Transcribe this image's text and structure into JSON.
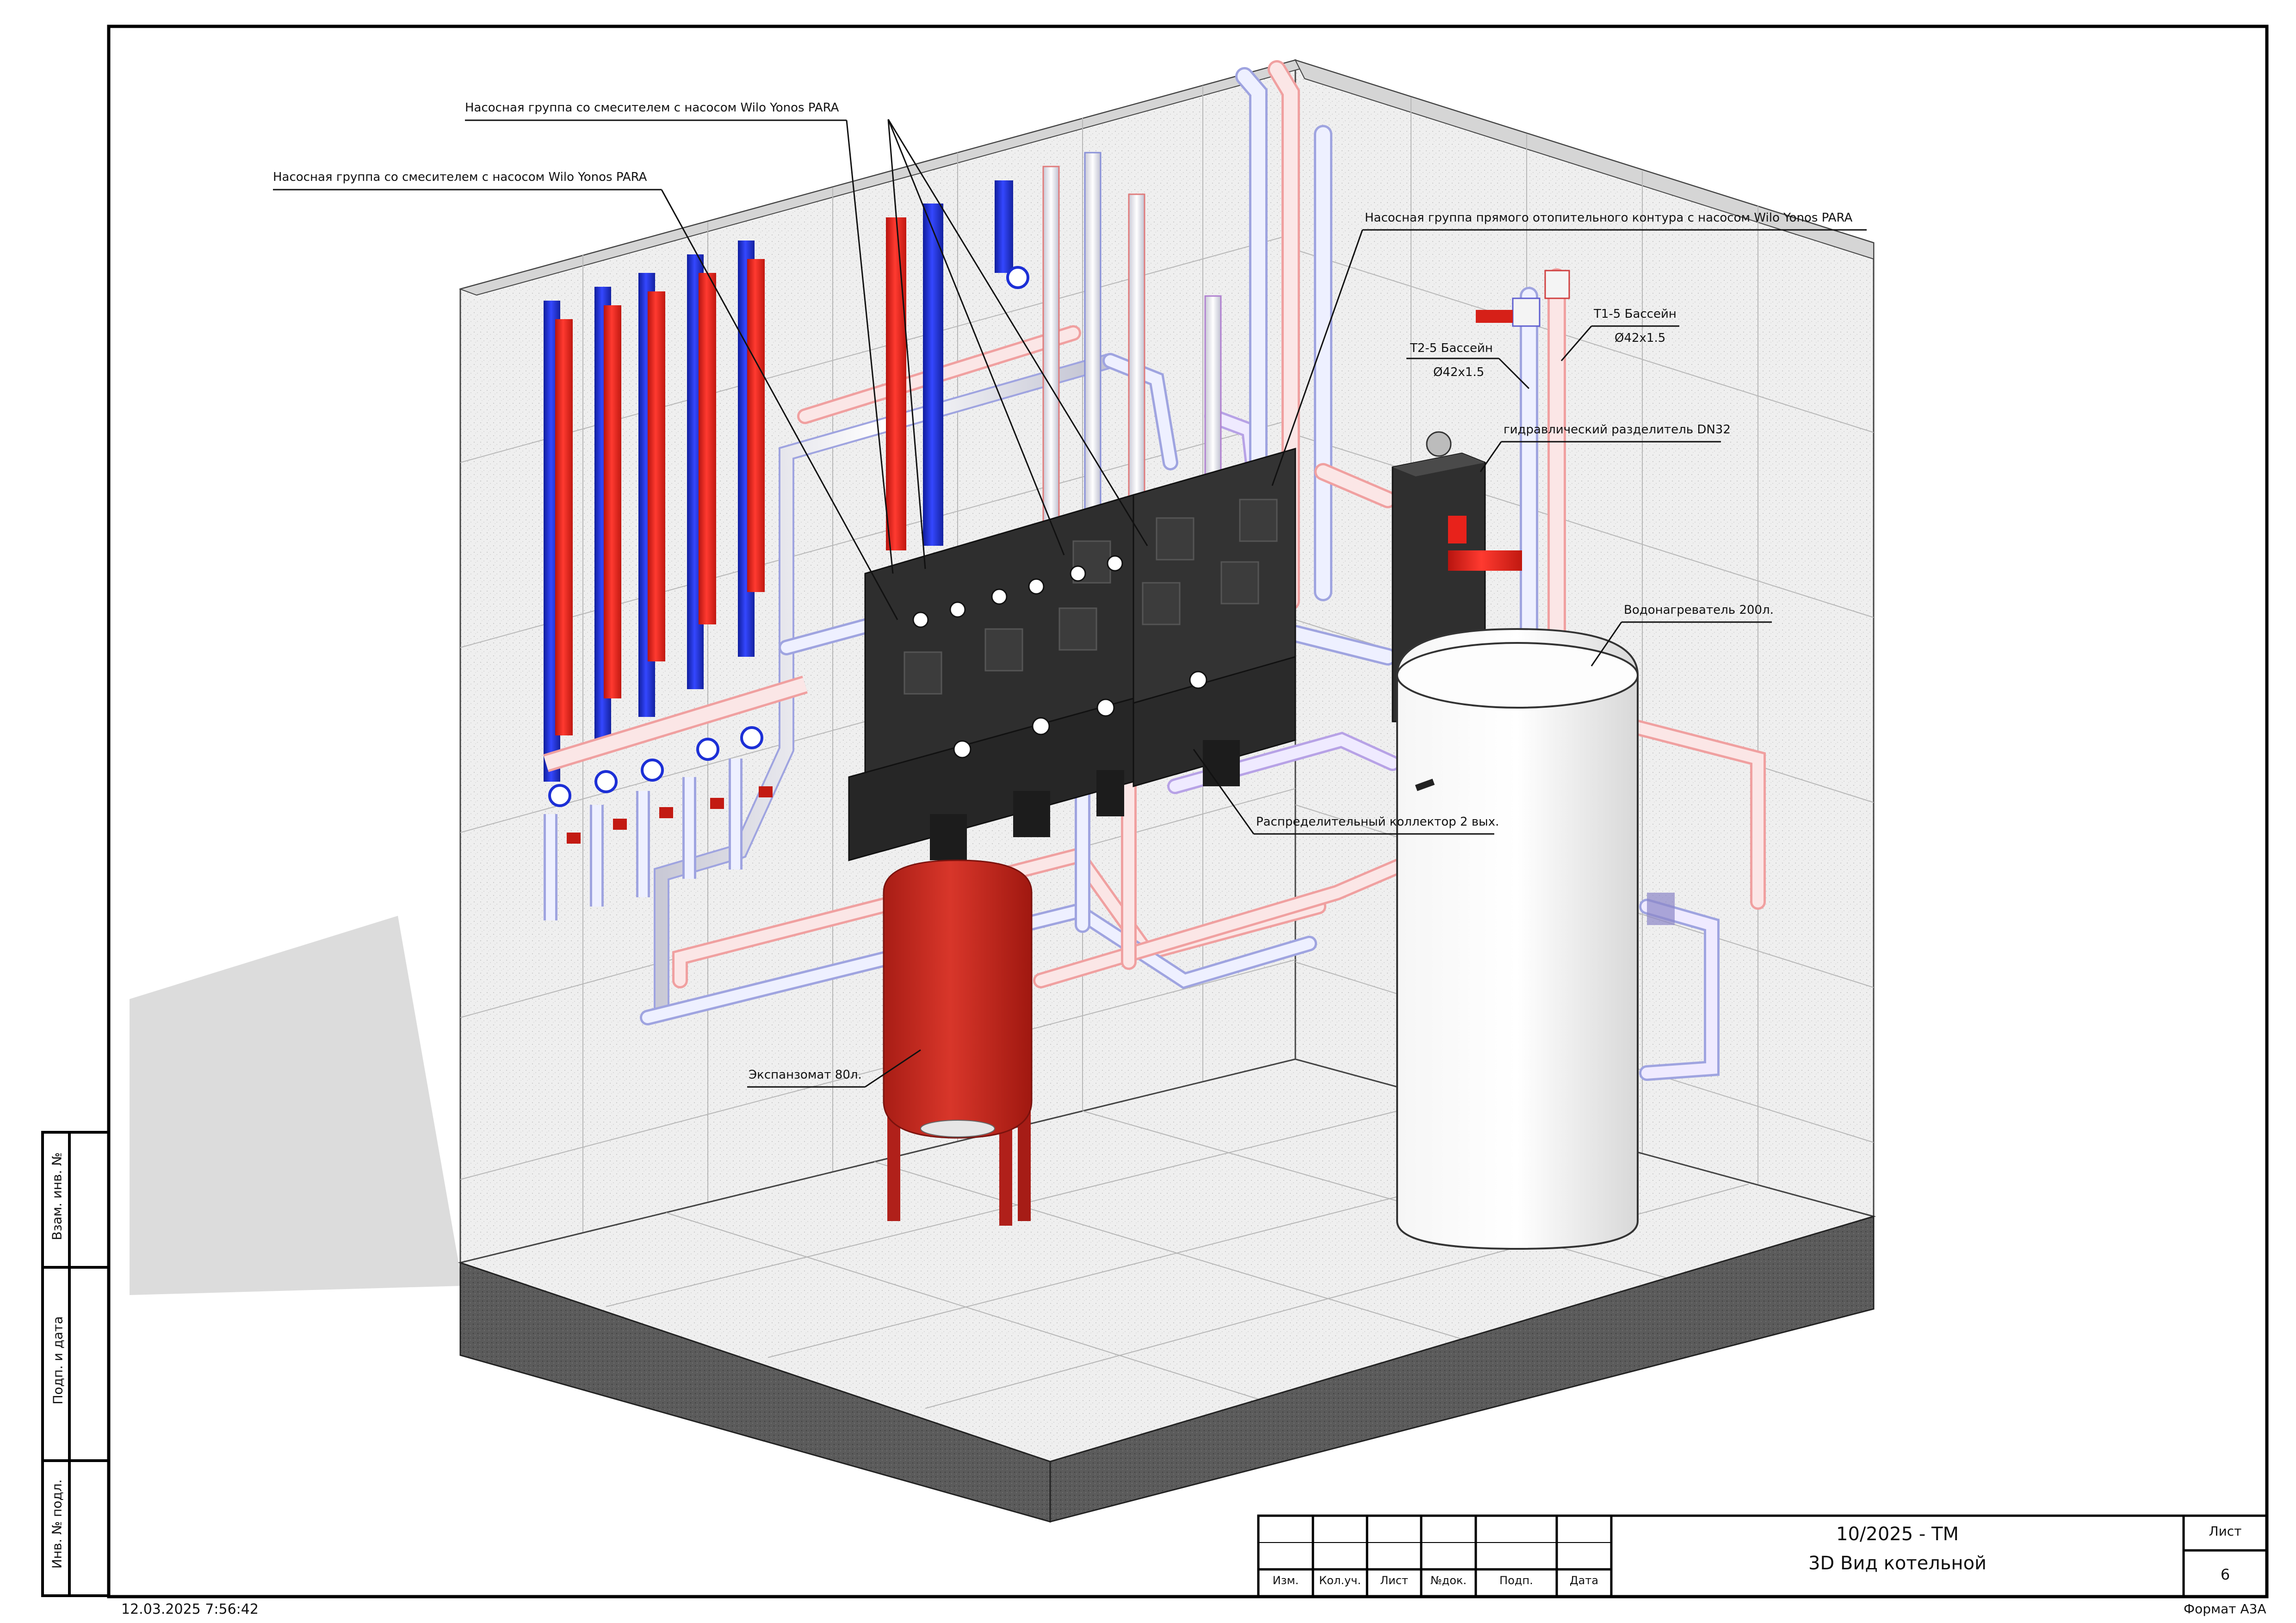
{
  "callouts": {
    "pump_group_mixer_1": "Насосная группа со смесителем с насосом Wilo Yonos PARA",
    "pump_group_mixer_2": "Насосная группа со смесителем с насосом Wilo Yonos PARA",
    "pump_group_direct": "Насосная группа прямого отопительного контура с насосом Wilo Yonos PARA",
    "t2_pool": "Т2-5 Бассейн",
    "t2_pool_size": "Ø42x1.5",
    "t1_pool": "Т1-5 Бассейн",
    "t1_pool_size": "Ø42x1.5",
    "hydraulic_separator": "гидравлический разделитель DN32",
    "water_heater": "Водонагреватель 200л.",
    "distribution_manifold": "Распределительный коллектор 2 вых.",
    "expansion_tank": "Экспанзомат 80л."
  },
  "side_stamp": {
    "ref_inv": "Взам. инв. №",
    "sign_date": "Подп. и дата",
    "inv_no": "Инв. № подл."
  },
  "title_block": {
    "col_izm": "Изм.",
    "col_kol": "Кол.уч.",
    "col_list": "Лист",
    "col_ndok": "№док.",
    "col_podp": "Подп.",
    "col_data": "Дата",
    "doc_code": "10/2025 - ТМ",
    "sheet_title": "3D Вид котельной",
    "sheet_label": "Лист",
    "sheet_number": "6"
  },
  "footer": {
    "timestamp": "12.03.2025 7:56:42",
    "format": "Формат А3А"
  },
  "colors": {
    "supply": "#e8221b",
    "return": "#1c2fd6",
    "wall": "#ececec",
    "floor": "#e6e6e6",
    "tank_red": "#c8281e",
    "module_dark": "#2b2b2b"
  }
}
